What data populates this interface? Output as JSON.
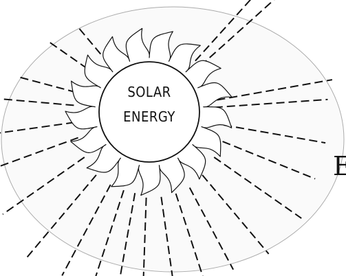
{
  "sun_label": {
    "line1": "SOLAR",
    "line2": "ENERGY"
  },
  "edge_text": "E",
  "colors": {
    "background": "#ffffff",
    "ink": "#111111",
    "oval_fill": "#fafafa",
    "oval_stroke": "#aaaaaa"
  }
}
